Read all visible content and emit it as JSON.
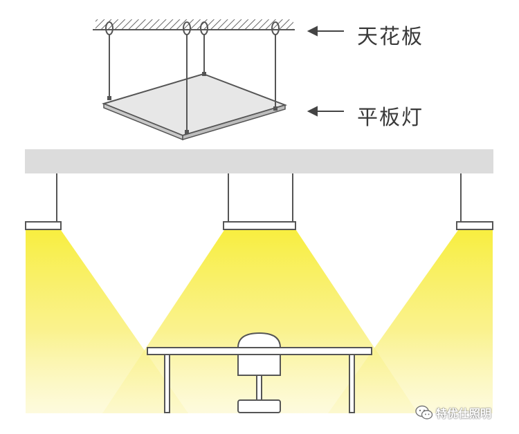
{
  "labels": {
    "ceiling": "天花板",
    "panel_light": "平板灯"
  },
  "watermark": {
    "text": "特优仕照明",
    "icon": "wechat-icon"
  },
  "colors": {
    "light_beam": "#f7ec3c",
    "light_beam_edge": "#fdf9c8",
    "ceiling_slab": "#dcdcdc",
    "line": "#555555",
    "panel_face": "#e6e6e6"
  },
  "icons": [
    "arrow-left-icon",
    "wechat-icon"
  ]
}
